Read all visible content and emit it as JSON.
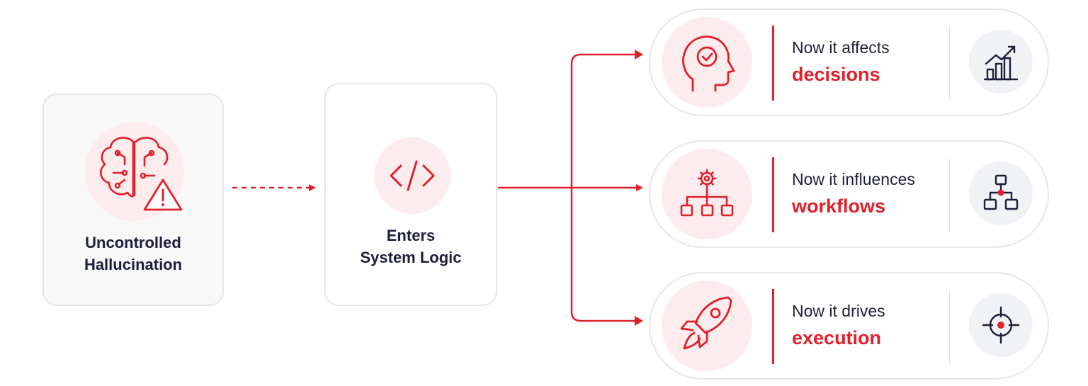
{
  "source": {
    "label_line1": "Uncontrolled",
    "label_line2": "Hallucination",
    "icon": "brain-warning-icon"
  },
  "logic": {
    "label_line1": "Enters",
    "label_line2": "System Logic",
    "icon": "code-icon"
  },
  "outcomes": [
    {
      "prefix": "Now it affects",
      "keyword": "decisions",
      "icon": "head-check-icon",
      "side_icon": "bar-chart-growth-icon"
    },
    {
      "prefix": "Now it influences",
      "keyword": "workflows",
      "icon": "gear-hierarchy-icon",
      "side_icon": "flowchart-icon"
    },
    {
      "prefix": "Now it drives",
      "keyword": "execution",
      "icon": "rocket-icon",
      "side_icon": "target-icon"
    }
  ],
  "colors": {
    "accent": "#e0202b",
    "dark_text": "#1c1f3a",
    "icon_bg": "#fdecee",
    "border": "#e6e6ea"
  }
}
